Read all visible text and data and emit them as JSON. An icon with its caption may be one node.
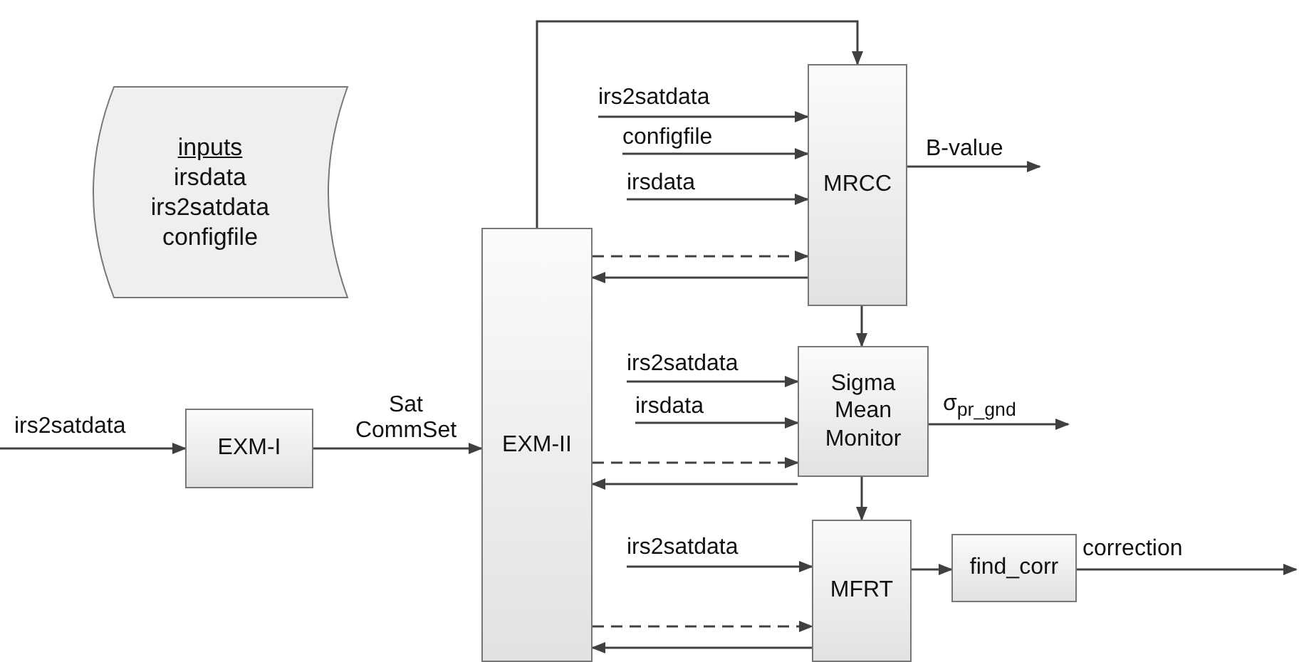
{
  "diagram": {
    "nodes": [
      {
        "text": [
          "inputs",
          "irsdata irs2satdata configfile"
        ]
      },
      {
        "text": [
          "EXM-I"
        ]
      },
      {
        "text": [
          "EXM-II"
        ]
      },
      {
        "text": [
          "MRCC"
        ]
      },
      {
        "text": [
          "Sigma Mean Monitor"
        ]
      },
      {
        "text": [
          "MFRT"
        ]
      },
      {
        "text": [
          "find_corr"
        ]
      }
    ],
    "edges": [
      {
        "from": null,
        "to": 1,
        "arrow": "to",
        "label": "irs2satdata"
      },
      {
        "from": 1,
        "to": 2,
        "arrow": "to",
        "label": "Sat CommSet"
      },
      {
        "from": 2,
        "to": 3,
        "arrow": "to"
      },
      {
        "from": null,
        "to": 3,
        "arrow": "to",
        "label": "irs2satdata"
      },
      {
        "from": null,
        "to": 3,
        "arrow": "to",
        "label": "configfile"
      },
      {
        "from": null,
        "to": 3,
        "arrow": "to",
        "label": "irsdata"
      },
      {
        "from": 2,
        "to": 3,
        "arrow": "to",
        "style": "dashed"
      },
      {
        "from": 3,
        "to": 2,
        "arrow": "to"
      },
      {
        "from": 3,
        "to": null,
        "arrow": "to",
        "label": "B-value"
      },
      {
        "from": 3,
        "to": 4,
        "arrow": "to"
      },
      {
        "from": null,
        "to": 4,
        "arrow": "to",
        "label": "irs2satdata"
      },
      {
        "from": null,
        "to": 4,
        "arrow": "to",
        "label": "irsdata"
      },
      {
        "from": 2,
        "to": 4,
        "arrow": "to",
        "style": "dashed"
      },
      {
        "from": 4,
        "to": 2,
        "arrow": "to"
      },
      {
        "from": 4,
        "to": null,
        "arrow": "to",
        "label": "σ$_{pr_gnd}$"
      },
      {
        "from": 4,
        "to": 5,
        "arrow": "to"
      },
      {
        "from": null,
        "to": 5,
        "arrow": "to",
        "label": "irs2satdata"
      },
      {
        "from": 2,
        "to": 5,
        "arrow": "to",
        "style": "dashed"
      },
      {
        "from": 5,
        "to": 2,
        "arrow": "to"
      },
      {
        "from": 5,
        "to": 6,
        "arrow": "to"
      },
      {
        "from": 6,
        "to": null,
        "arrow": "to",
        "label": "correction"
      }
    ]
  }
}
